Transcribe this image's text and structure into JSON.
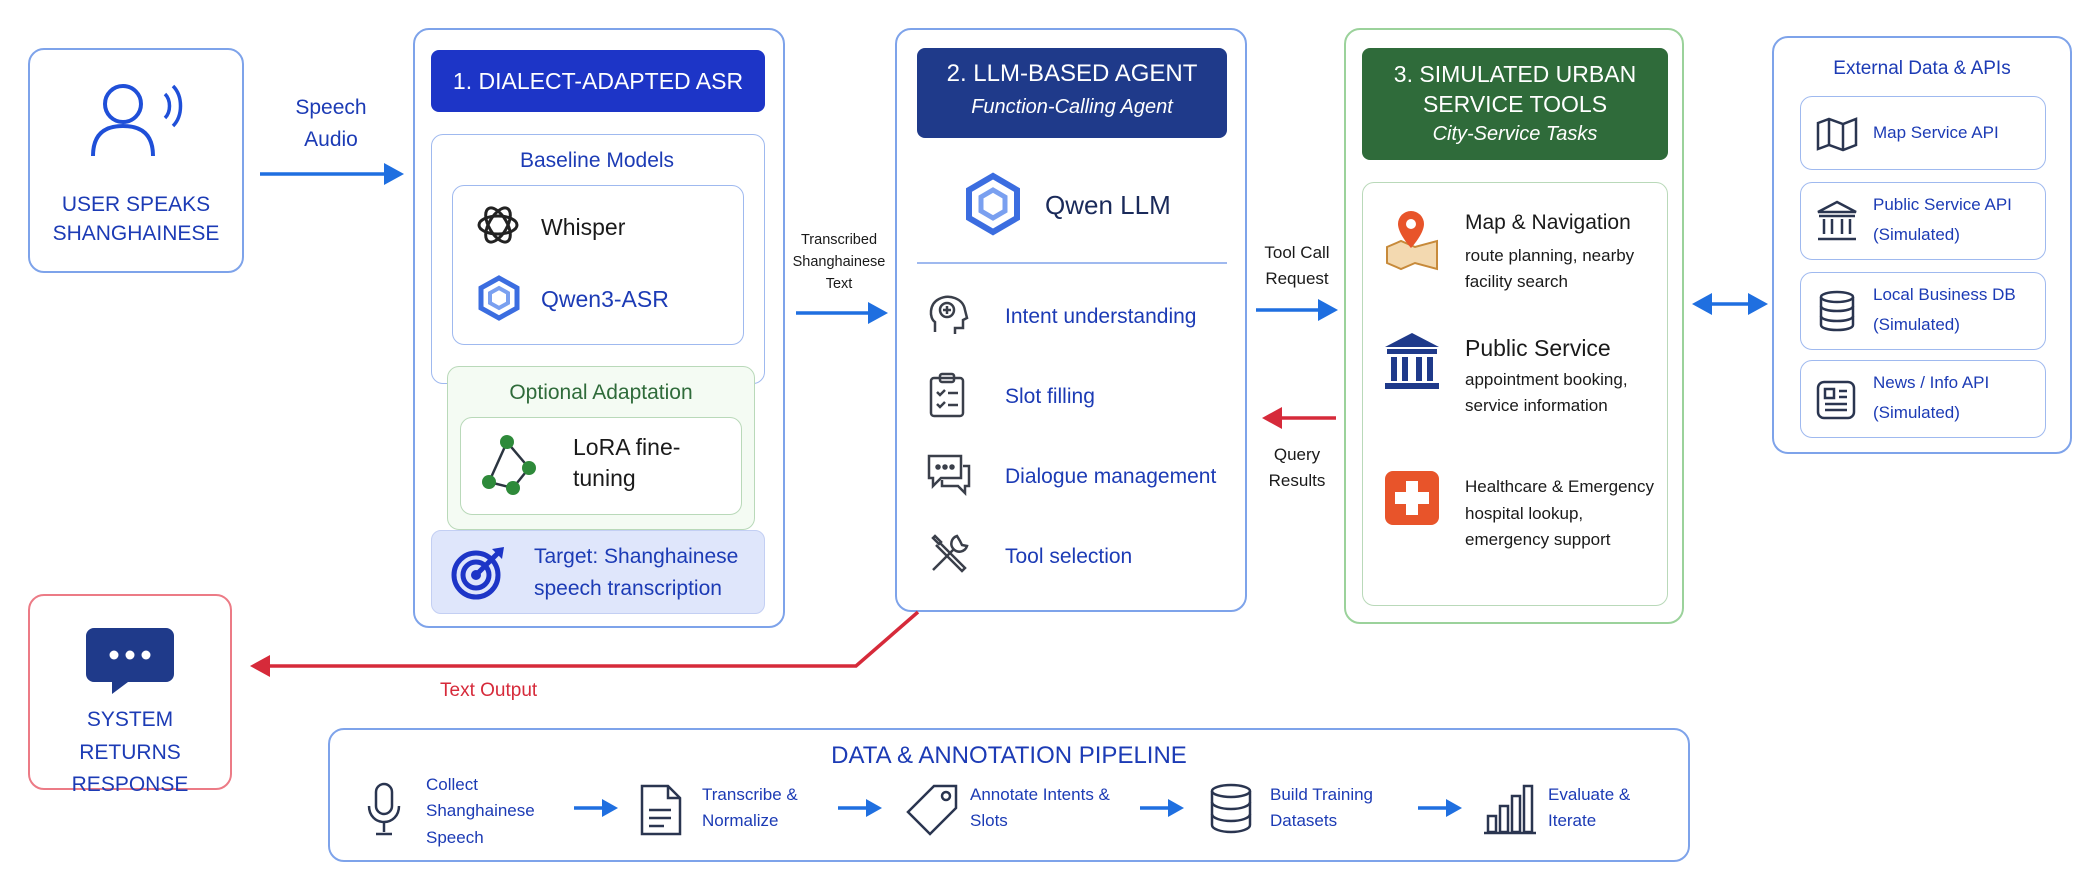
{
  "user": {
    "label": "USER SPEAKS SHANGHAINESE"
  },
  "arrow_speech": {
    "label": "Speech Audio"
  },
  "asr": {
    "title": "1. DIALECT-ADAPTED ASR",
    "baseline_title": "Baseline Models",
    "models": [
      "Whisper",
      "Qwen3-ASR"
    ],
    "adaptation_title": "Optional Adaptation",
    "adaptation_item": "LoRA fine-tuning",
    "target": "Target: Shanghainese speech transcription"
  },
  "arrow_transcribed": {
    "label": "Transcribed Shanghainese Text"
  },
  "agent": {
    "title": "2. LLM-BASED AGENT",
    "subtitle": "Function-Calling Agent",
    "llm": "Qwen LLM",
    "capabilities": [
      "Intent understanding",
      "Slot filling",
      "Dialogue management",
      "Tool selection"
    ]
  },
  "arrow_toolcall": {
    "label": "Tool Call Request"
  },
  "arrow_query": {
    "label": "Query Results"
  },
  "tools": {
    "title": "3. SIMULATED URBAN SERVICE TOOLS",
    "subtitle": "City-Service Tasks",
    "items": [
      {
        "name": "Map & Navigation",
        "desc": "route planning, nearby facility search"
      },
      {
        "name": "Public Service",
        "desc": "appointment booking, service information"
      },
      {
        "name": "Healthcare & Emergency",
        "desc": "hospital lookup, emergency support"
      }
    ]
  },
  "external": {
    "title": "External Data & APIs",
    "items": [
      {
        "name": "Map Service API",
        "note": ""
      },
      {
        "name": "Public Service API",
        "note": "(Simulated)"
      },
      {
        "name": "Local Business DB",
        "note": "(Simulated)"
      },
      {
        "name": "News / Info API",
        "note": "(Simulated)"
      }
    ]
  },
  "response": {
    "label": "SYSTEM RETURNS RESPONSE"
  },
  "arrow_output": {
    "label": "Text Output"
  },
  "pipeline": {
    "title": "DATA & ANNOTATION PIPELINE",
    "steps": [
      "Collect Shanghainese Speech",
      "Transcribe & Normalize",
      "Annotate Intents & Slots",
      "Build Training Datasets",
      "Evaluate & Iterate"
    ]
  },
  "colors": {
    "blue_dark": "#1d35c7",
    "navy": "#1f3a8a",
    "green": "#2f6b3a",
    "red": "#d62a3a",
    "arrow_blue": "#1f6fe0",
    "orange": "#e8542a"
  }
}
